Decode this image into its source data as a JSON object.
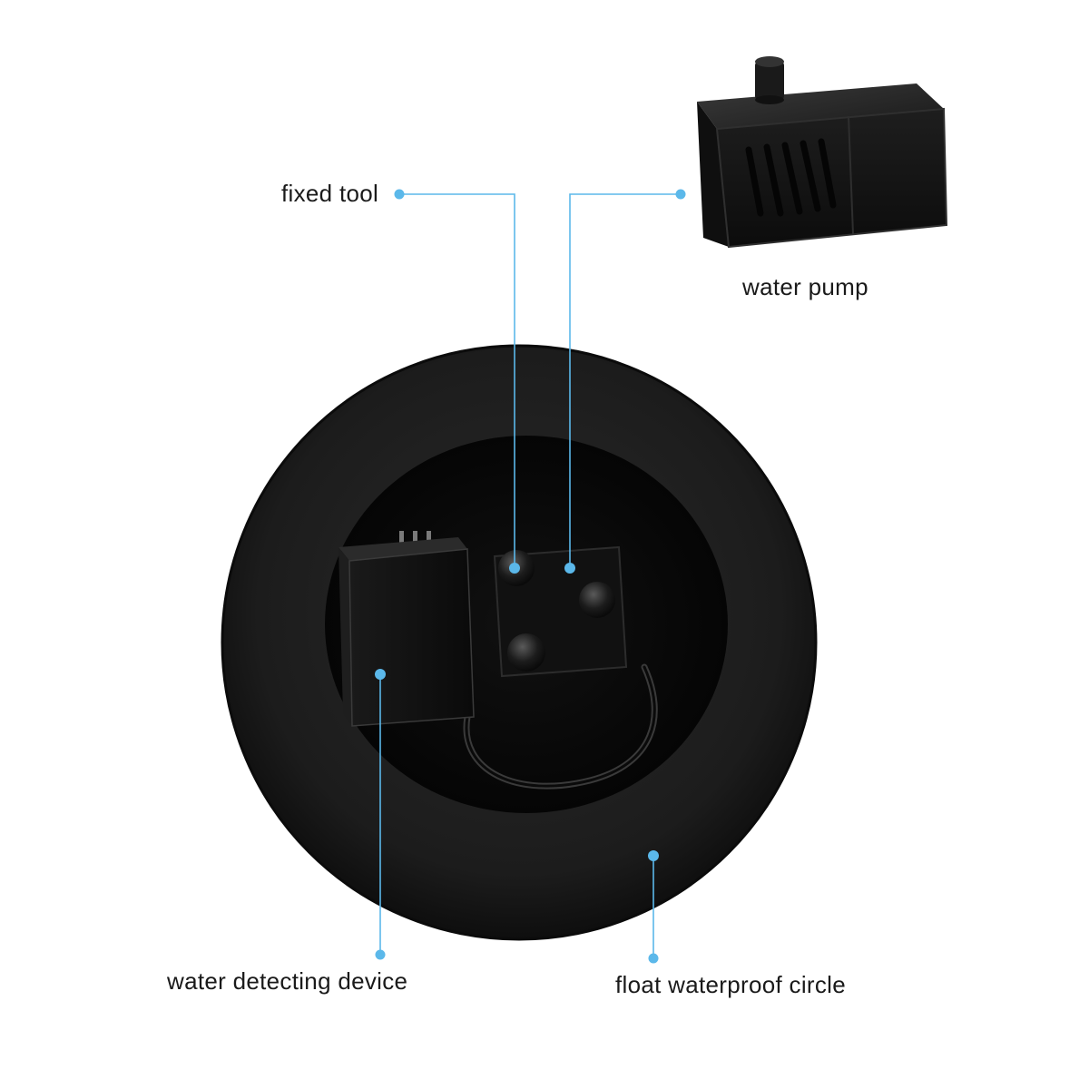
{
  "labels": {
    "fixed_tool": "fixed tool",
    "water_pump": "water pump",
    "water_detecting_device": "water detecting device",
    "float_waterproof_circle": "float waterproof circle"
  },
  "colors": {
    "callout_line": "#5bb8ea",
    "ring": "#1b1b1b",
    "inner_disc": "#0a0a0a",
    "pump_body": "#141414"
  },
  "icons": {
    "pump": "water-pump-icon",
    "float": "float-ring-icon"
  }
}
